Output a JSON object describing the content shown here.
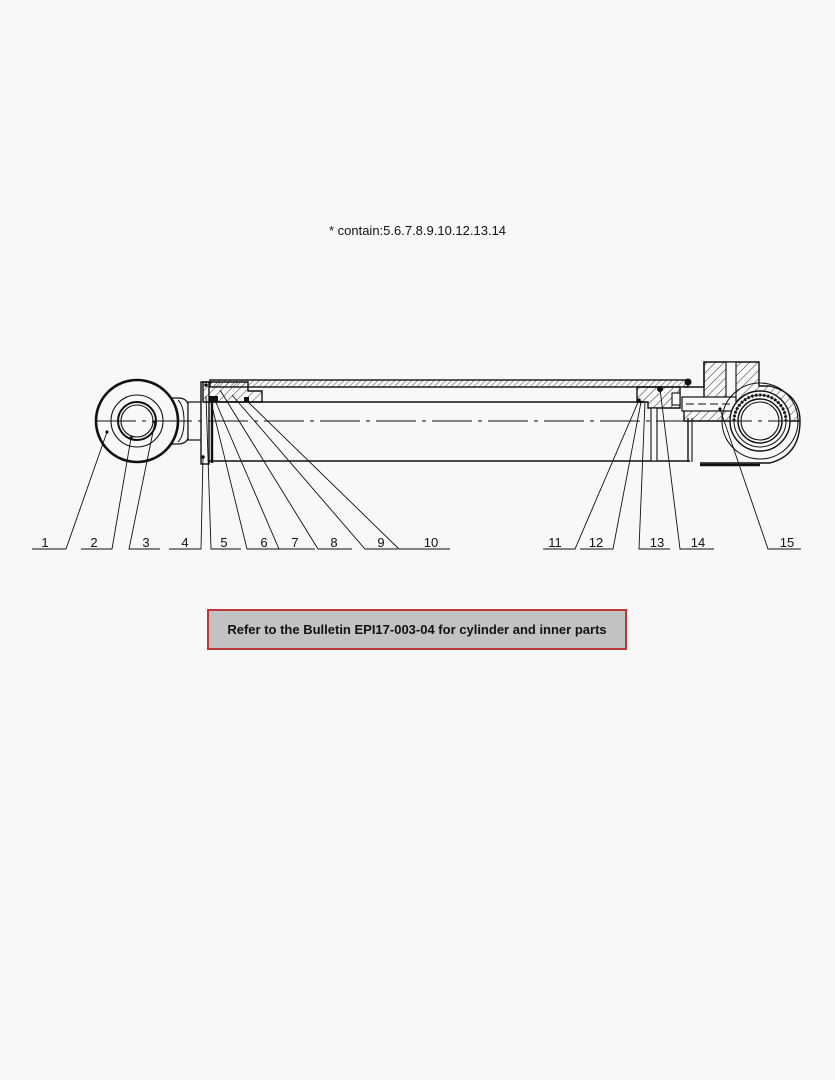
{
  "note": {
    "text": "* contain:5.6.7.8.9.10.12.13.14"
  },
  "drawing": {
    "subject": "hydraulic-cylinder-cross-section",
    "callouts": [
      {
        "id": 1,
        "label": "1"
      },
      {
        "id": 2,
        "label": "2"
      },
      {
        "id": 3,
        "label": "3"
      },
      {
        "id": 4,
        "label": "4"
      },
      {
        "id": 5,
        "label": "5"
      },
      {
        "id": 6,
        "label": "6"
      },
      {
        "id": 7,
        "label": "7"
      },
      {
        "id": 8,
        "label": "8"
      },
      {
        "id": 9,
        "label": "9"
      },
      {
        "id": 10,
        "label": "10"
      },
      {
        "id": 11,
        "label": "11"
      },
      {
        "id": 12,
        "label": "12"
      },
      {
        "id": 13,
        "label": "13"
      },
      {
        "id": 14,
        "label": "14"
      },
      {
        "id": 15,
        "label": "15"
      }
    ]
  },
  "bulletin": {
    "text": "Refer to the Bulletin EPI17-003-04 for cylinder and inner parts",
    "border_color": "#c0373a",
    "background_color": "#c2c2c2"
  }
}
